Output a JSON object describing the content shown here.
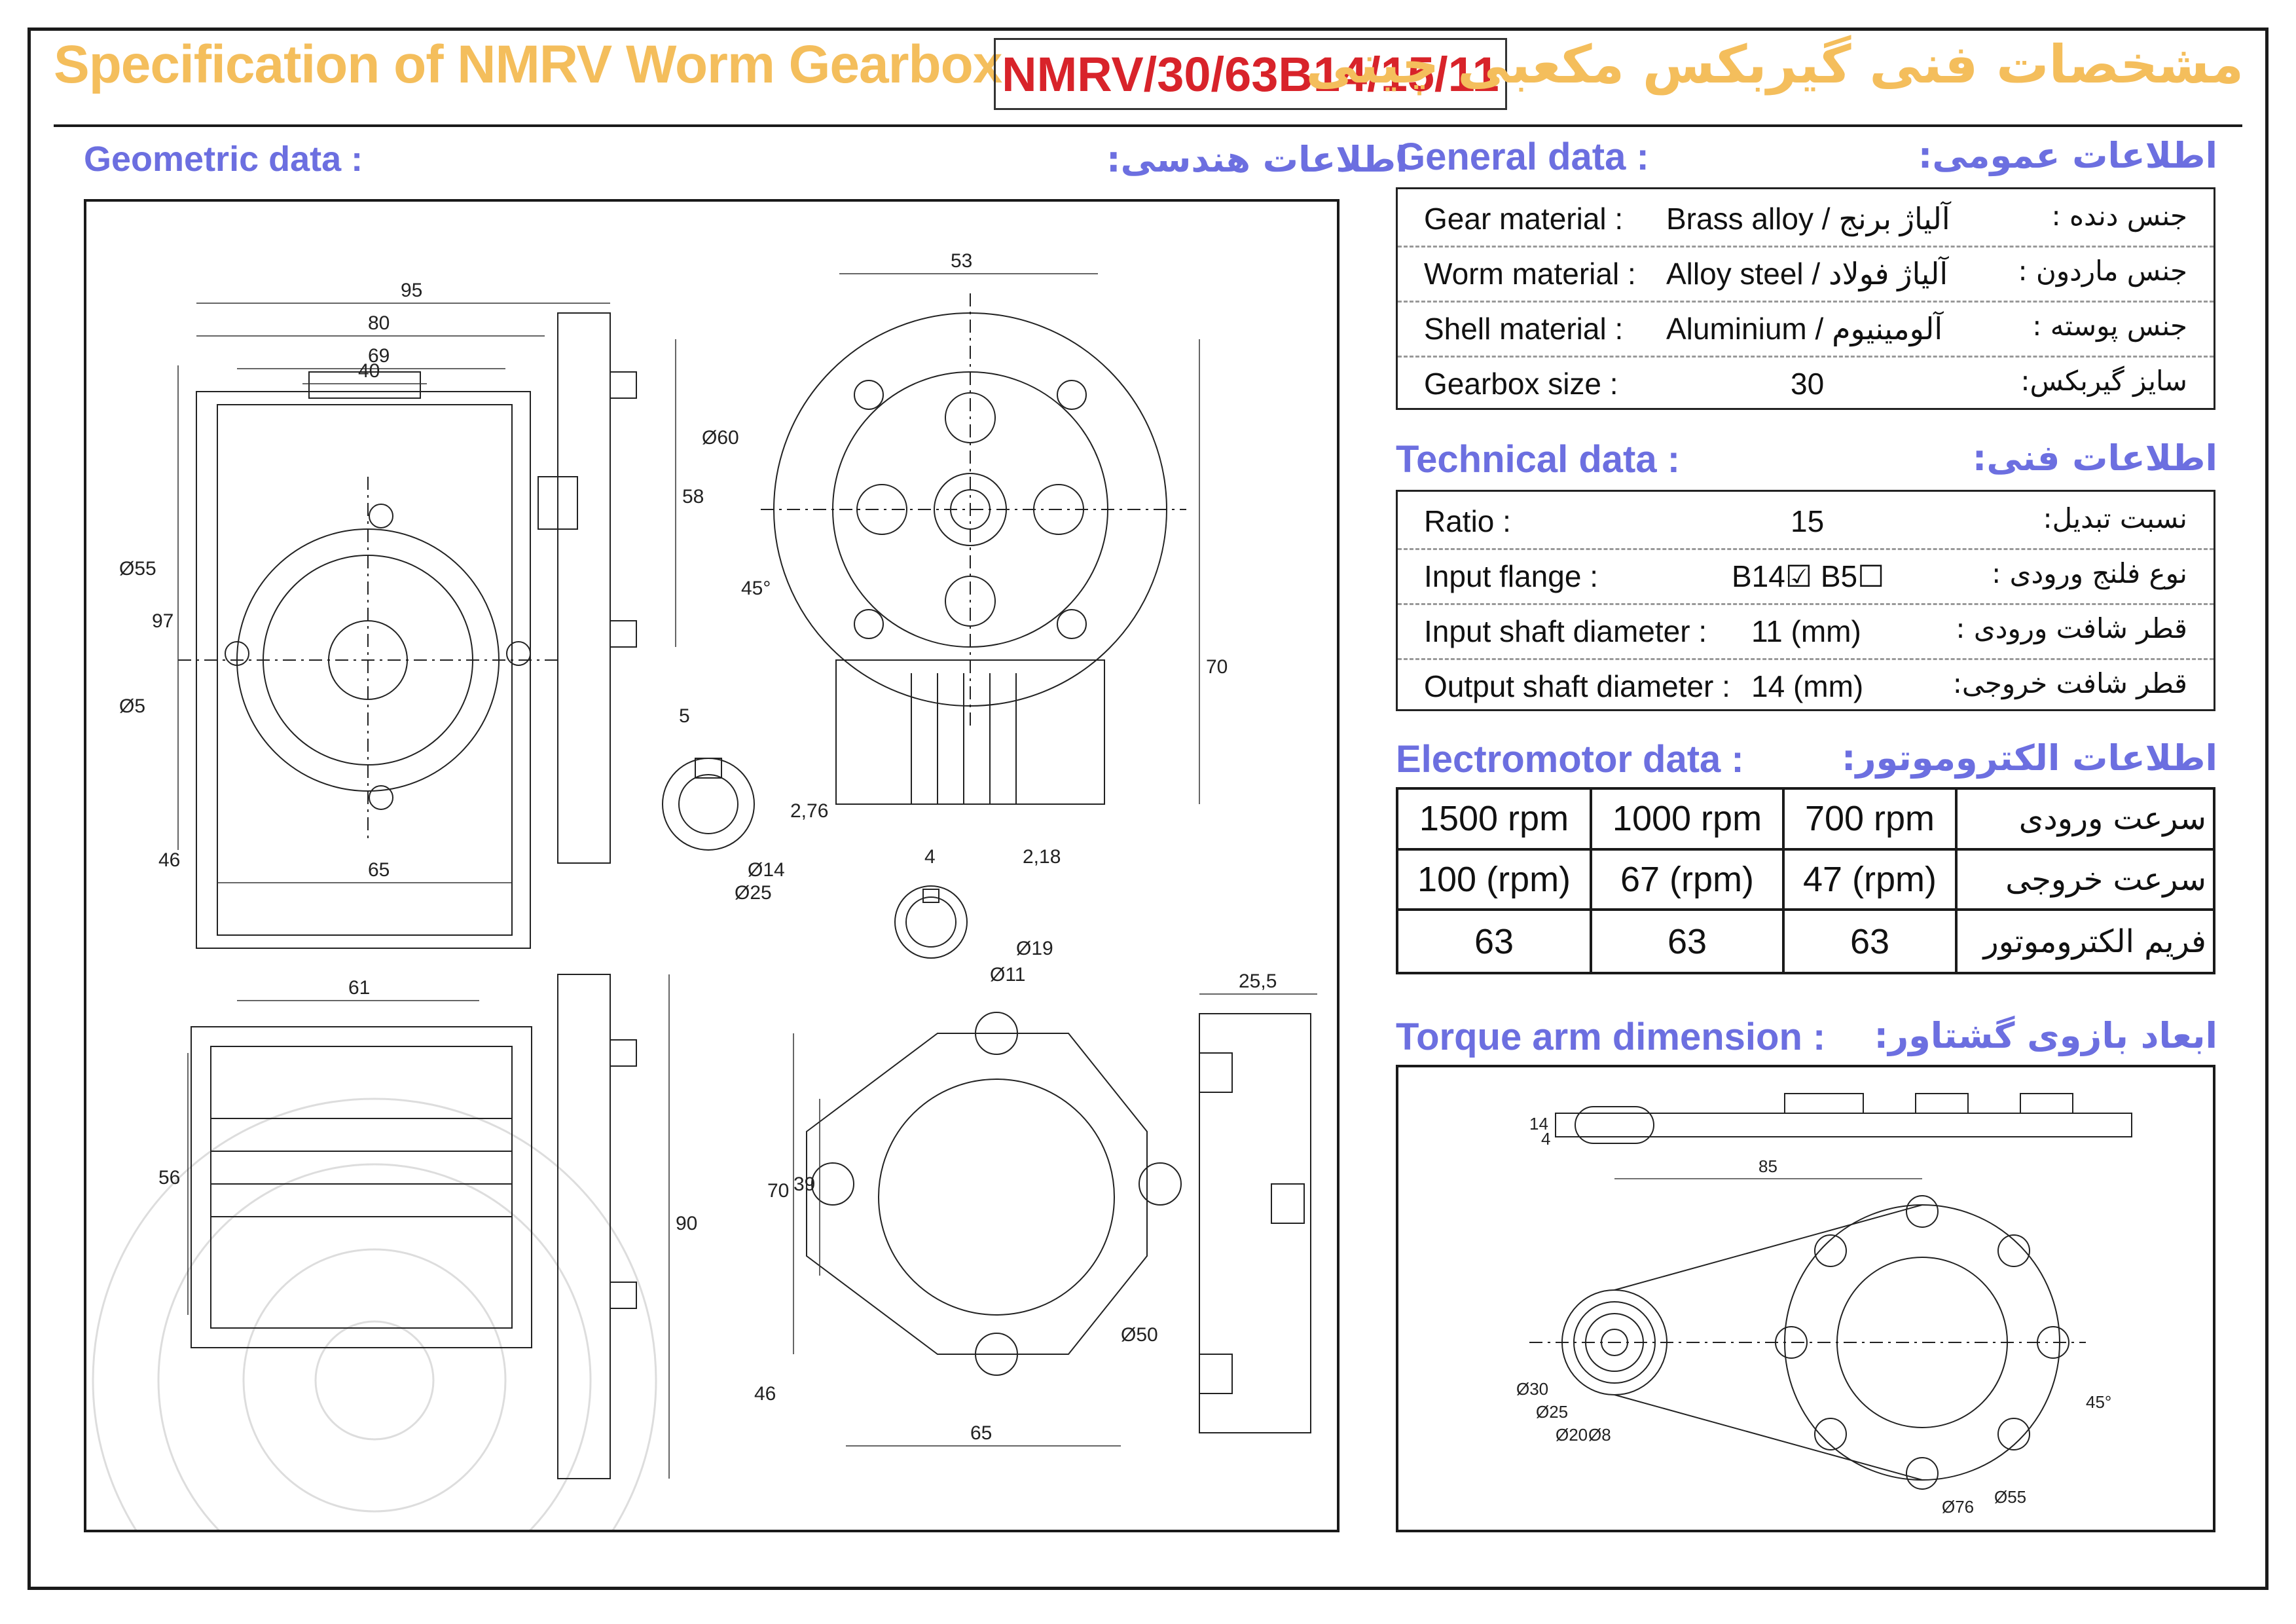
{
  "header": {
    "title_en": "Specification of NMRV Worm Gearbox",
    "model": "NMRV/30/63B14/15/11",
    "title_fa": "مشخصات فنی گیربکس مکعبی چینی"
  },
  "sections": {
    "geometric_en": "Geometric data :",
    "geometric_fa": "اطلاعات هندسی:",
    "general_en": "General data :",
    "general_fa": "اطلاعات عمومی:",
    "technical_en": "Technical data :",
    "technical_fa": "اطلاعات فنی:",
    "motor_en": "Electromotor data :",
    "motor_fa": "اطلاعات الکتروموتور:",
    "torque_en": "Torque arm dimension :",
    "torque_fa": "ابعاد بازوی گشتاور:"
  },
  "general": [
    {
      "en": "Gear material :",
      "val": "Brass alloy / آلیاژ برنج",
      "fa": "جنس دنده :"
    },
    {
      "en": "Worm material :",
      "val": "Alloy steel / آلیاژ فولاد",
      "fa": "جنس ماردون :"
    },
    {
      "en": "Shell material :",
      "val": "Aluminium / آلومینیوم",
      "fa": "جنس پوسته :"
    },
    {
      "en": "Gearbox size :",
      "val": "30",
      "fa": "سایز گیربکس:"
    }
  ],
  "technical": [
    {
      "en": "Ratio :",
      "val": "15",
      "fa": "نسبت تبدیل:"
    },
    {
      "en": "Input flange :",
      "val": "B14☑ B5☐",
      "fa": "نوع فلنج ورودی :"
    },
    {
      "en": "Input shaft diameter :",
      "val": "11 (mm)",
      "fa": "قطر شافت ورودی :"
    },
    {
      "en": "Output shaft diameter :",
      "val": "14 (mm)",
      "fa": "قطر شافت خروجی:"
    }
  ],
  "motor": {
    "rows": [
      {
        "cells": [
          "1500 rpm",
          "1000 rpm",
          "700 rpm"
        ],
        "label": "سرعت ورودی"
      },
      {
        "cells": [
          "100 (rpm)",
          "67 (rpm)",
          "47 (rpm)"
        ],
        "label": "سرعت خروجی"
      },
      {
        "cells": [
          "63",
          "63",
          "63"
        ],
        "label": "فریم الکتروموتور"
      }
    ]
  },
  "dims": {
    "d95": "95",
    "d80": "80",
    "d69": "69",
    "d40": "40",
    "d58": "58",
    "d97": "97",
    "dia55": "Ø55",
    "dia5": "Ø5",
    "d46a": "46",
    "d65a": "65",
    "d53": "53",
    "dia60": "Ø60",
    "a45": "45°",
    "d70a": "70",
    "k5": "5",
    "k276": "2,76",
    "dia14": "Ø14",
    "dia25": "Ø25",
    "k4": "4",
    "k218": "2,18",
    "dia19": "Ø19",
    "dia11": "Ø11",
    "d61": "61",
    "d56": "56",
    "d90": "90",
    "d70b": "70",
    "d39": "39",
    "d46b": "46",
    "d65b": "65",
    "dia50": "Ø50",
    "d255": "25,5"
  },
  "torque_dims": {
    "t14": "14",
    "t4": "4",
    "t85": "85",
    "t30": "Ø30",
    "t25": "Ø25",
    "t20": "Ø20",
    "t8": "Ø8",
    "t76": "Ø76",
    "t55": "Ø55",
    "t45": "45°"
  }
}
